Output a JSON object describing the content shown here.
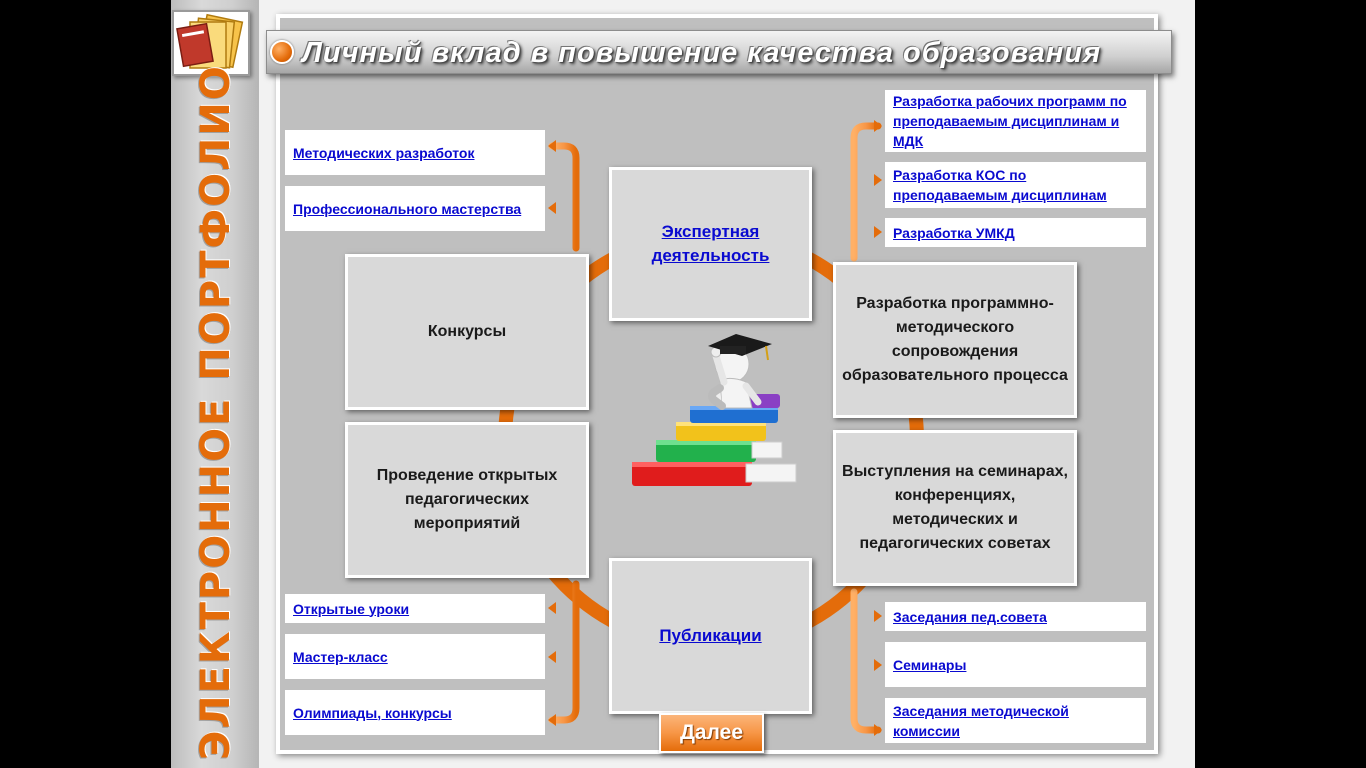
{
  "sidebar": {
    "title": "ЭЛЕКТРОННОЕ ПОРТФОЛИО",
    "logo_icon": "folders-icon"
  },
  "header": {
    "title": "Личный вклад в повышение качества образования"
  },
  "colors": {
    "accent": "#e46c0a",
    "link": "#0a0ad0",
    "box": "#d9d9d9",
    "panel": "#bfbfbf"
  },
  "main_boxes": {
    "expert": "Экспертная деятельность",
    "konkursy": "Конкурсы",
    "razrabotka": "Разработка программно-методического сопровождения образовательного процесса",
    "provedenie": "Проведение открытых педагогических мероприятий",
    "vystupleniya": "Выступления на семинарах, конференциях, методических и педагогических советах",
    "publikacii": "Публикации"
  },
  "links_konkursy": [
    "Методических разработок",
    "Профессионального  мастерства"
  ],
  "links_razrabotka": [
    "Разработка рабочих программ по преподаваемым дисциплинам и МДК",
    "Разработка КОС по преподаваемым дисциплинам",
    "Разработка УМКД"
  ],
  "links_provedenie": [
    "Открытые уроки",
    "Мастер-класс",
    "Олимпиады, конкурсы"
  ],
  "links_vystupleniya": [
    "Заседания пед.совета",
    "Семинары",
    "Заседания методической комиссии"
  ],
  "next_button": "Далее",
  "center_image": "graduate-on-books-icon"
}
